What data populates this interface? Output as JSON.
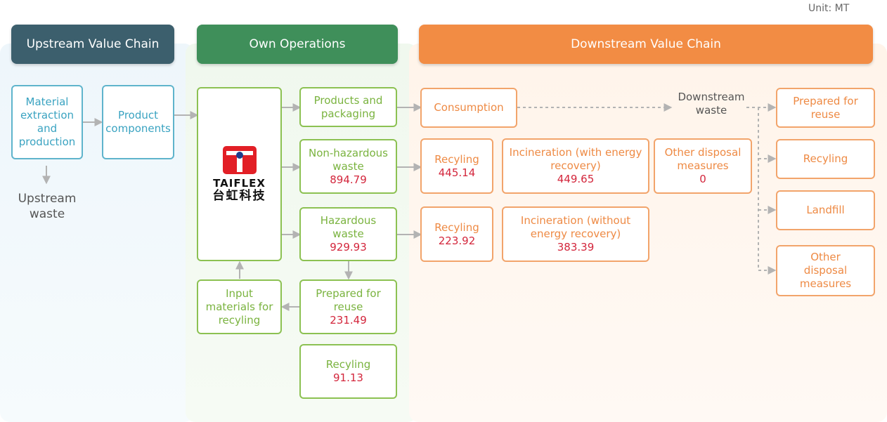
{
  "unit": "Unit: MT",
  "headers": {
    "upstream": "Upstream Value Chain",
    "own": "Own Operations",
    "downstream": "Downstream Value Chain"
  },
  "colors": {
    "upstream": "#3c5f6d",
    "own": "#3f8f5a",
    "downstream": "#f28c44",
    "value": "#d3263c"
  },
  "upstream": {
    "material": "Material extraction and production",
    "product_components": "Product components",
    "upstream_waste": "Upstream waste"
  },
  "own": {
    "logo_en": "TAIFLEX",
    "logo_zh": "台虹科技",
    "products_packaging": "Products and packaging",
    "non_hazardous": {
      "label": "Non-hazardous waste",
      "value": "894.79"
    },
    "hazardous": {
      "label": "Hazardous waste",
      "value": "929.93"
    },
    "prepared_reuse": {
      "label": "Prepared for reuse",
      "value": "231.49"
    },
    "recycling": {
      "label": "Recyling",
      "value": "91.13"
    },
    "input_materials": "Input materials for recyling"
  },
  "downstream": {
    "consumption": "Consumption",
    "downstream_waste": "Downstream waste",
    "nh_recycling": {
      "label": "Recyling",
      "value": "445.14"
    },
    "nh_incineration": {
      "label": "Incineration (with energy recovery)",
      "value": "449.65"
    },
    "nh_other": {
      "label": "Other disposal measures",
      "value": "0"
    },
    "h_recycling": {
      "label": "Recyling",
      "value": "223.92"
    },
    "h_incineration": {
      "label": "Incineration (without energy recovery)",
      "value": "383.39"
    },
    "prepared_reuse": "Prepared for reuse",
    "recycling": "Recyling",
    "landfill": "Landfill",
    "other_disposal": "Other disposal measures"
  }
}
